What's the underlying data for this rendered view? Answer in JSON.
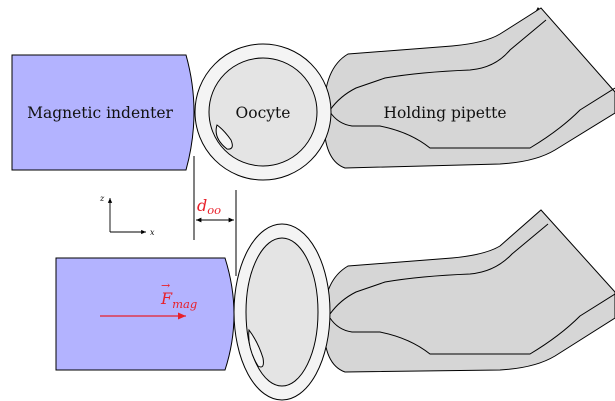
{
  "labels": {
    "indenter": "Magnetic indenter",
    "oocyte": "Oocyte",
    "pipette": "Holding pipette"
  },
  "distance_label": {
    "main": "d",
    "sub": "oo"
  },
  "force_label": {
    "main": "F",
    "arrow": "→",
    "sub": "mag"
  },
  "axes": {
    "vertical": "z",
    "horizontal": "x"
  },
  "colors": {
    "indenter_fill": "#b3b3ff",
    "pipette_fill": "#d6d6d6",
    "cell_outer_fill": "#f4f4f4",
    "cell_inner_fill": "#e4e4e4",
    "force_color": "#e8202a",
    "stroke": "#000000"
  },
  "icons": {
    "force_arrow": "right-arrow",
    "coordinate_frame": "xz-axes"
  }
}
